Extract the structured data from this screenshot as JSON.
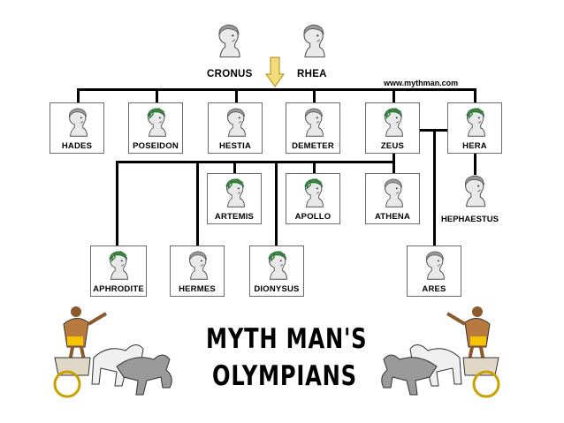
{
  "website": "www.mythman.com",
  "title": {
    "line1": "MYTH MAN'S",
    "line2": "OLYMPIANS"
  },
  "parents": {
    "father": "CRONUS",
    "mother": "RHEA"
  },
  "children_of_cronus": [
    "HADES",
    "POSEIDON",
    "HESTIA",
    "DEMETER",
    "ZEUS",
    "HERA"
  ],
  "hera_child": "HEPHAESTUS",
  "zeus_children_row1": [
    "ARTEMIS",
    "APOLLO",
    "ATHENA"
  ],
  "zeus_children_row2": [
    "APHRODITE",
    "HERMES",
    "DIONYSUS"
  ],
  "zeus_hera_child": "ARES",
  "colors": {
    "accent_green": "#3f9a3a",
    "arrow_yellow": "#f3dd7a",
    "line": "#000000"
  }
}
